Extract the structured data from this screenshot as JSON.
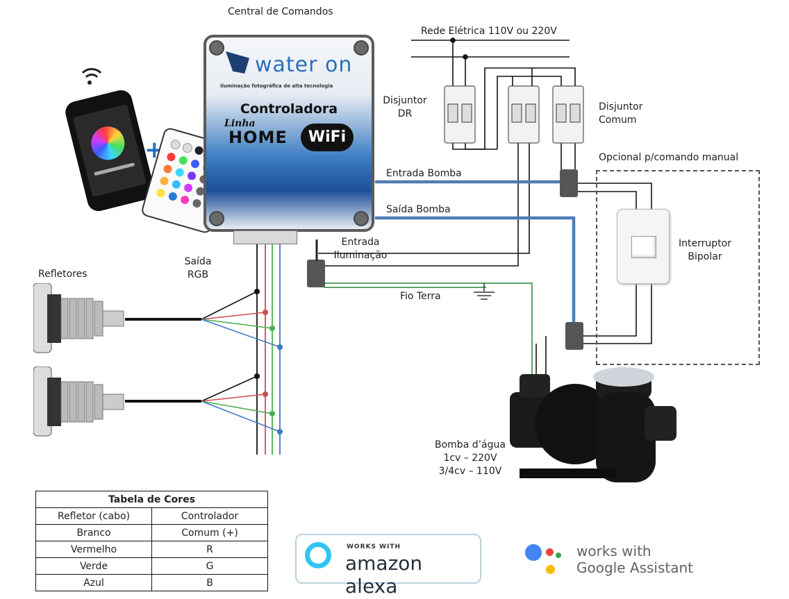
{
  "labels": {
    "central": "Central de Comandos",
    "rede": "Rede Elétrica 110V ou 220V",
    "disjuntor_dr_1": "Disjuntor",
    "disjuntor_dr_2": "DR",
    "disjuntor_comum_1": "Disjuntor",
    "disjuntor_comum_2": "Comum",
    "opcional": "Opcional p/comando manual",
    "entrada_bomba": "Entrada Bomba",
    "saida_bomba": "Saída Bomba",
    "entrada_iluminacao_1": "Entrada",
    "entrada_iluminacao_2": "Iluminação",
    "fio_terra": "Fio Terra",
    "interruptor_1": "Interruptor",
    "interruptor_2": "Bipolar",
    "saida_rgb_1": "Saída",
    "saida_rgb_2": "RGB",
    "refletores": "Refletores",
    "bomba_1": "Bomba d’água",
    "bomba_2": "1cv – 220V",
    "bomba_3": "3/4cv – 110V"
  },
  "controller": {
    "brand": "water on",
    "tagline": "Iluminação fotográfica de alta tecnologia",
    "title": "Controladora",
    "linha": "Linha",
    "home": "HOME",
    "wifi": "WiFi"
  },
  "table": {
    "title": "Tabela de Cores",
    "headers": [
      "Refletor (cabo)",
      "Controlador"
    ],
    "rows": [
      [
        "Branco",
        "Comum (+)"
      ],
      [
        "Vermelho",
        "R"
      ],
      [
        "Verde",
        "G"
      ],
      [
        "Azul",
        "B"
      ]
    ]
  },
  "alexa": {
    "works_with": "WORKS WITH",
    "name": "amazon alexa"
  },
  "google": {
    "line1": "works with",
    "line2": "Google Assistant"
  },
  "colors": {
    "pump_wire": "#4f7db3",
    "ground_wire": "#5aa36a",
    "red_wire": "#d24a4a",
    "green_wire": "#4caf50",
    "blue_wire": "#3b78c8",
    "black_wire": "#111111"
  },
  "icons": [
    "wifi-signal-icon",
    "plus-icon",
    "ground-symbol-icon",
    "alexa-ring-icon",
    "google-assistant-dots-icon"
  ]
}
